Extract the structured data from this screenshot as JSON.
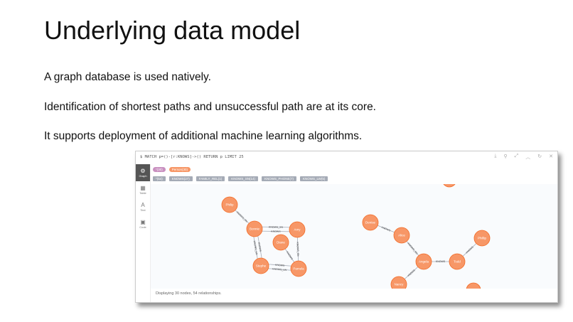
{
  "slide": {
    "title": "Underlying data model",
    "bullets": [
      "A graph database is used natively.",
      "Identification of shortest paths and unsuccessful path are at its core.",
      "It supports deployment of additional machine learning algorithms."
    ]
  },
  "neo4j": {
    "query": "$ MATCH p=()-[r:KNOWS]->() RETURN p LIMIT 25",
    "toolbar_icons": [
      "download-icon",
      "pin-icon",
      "expand-icon",
      "collapse-icon",
      "refresh-icon",
      "close-icon"
    ],
    "sidebar": [
      {
        "label": "Graph",
        "icon": "graph-icon",
        "active": true
      },
      {
        "label": "Table",
        "icon": "table-icon"
      },
      {
        "label": "Text",
        "icon": "text-icon"
      },
      {
        "label": "Code",
        "icon": "code-icon"
      }
    ],
    "node_labels": [
      {
        "label": "*(30)",
        "color": "#c990c0"
      },
      {
        "label": "Person(30)",
        "color": "#f79767"
      }
    ],
    "rel_types": [
      "*(54)",
      "KNOWS(27)",
      "FAMILY_REL(1)",
      "KNOWS_SN(14)",
      "KNOWS_PHONE(7)",
      "KNOWS_LW(5)"
    ],
    "node_color": "#f79767",
    "nodes": [
      "Philip",
      "Bonnie",
      "Amy",
      "Diane",
      "Stephe",
      "Pamela",
      "Denise",
      "Alice",
      "Angela",
      "Todd",
      "Phillip",
      "Nancy"
    ],
    "edge_labels": [
      "KNOWS",
      "KNOWS_SN",
      "KNOWS_LW"
    ],
    "status": "Displaying 30 nodes, 54 relationships."
  }
}
